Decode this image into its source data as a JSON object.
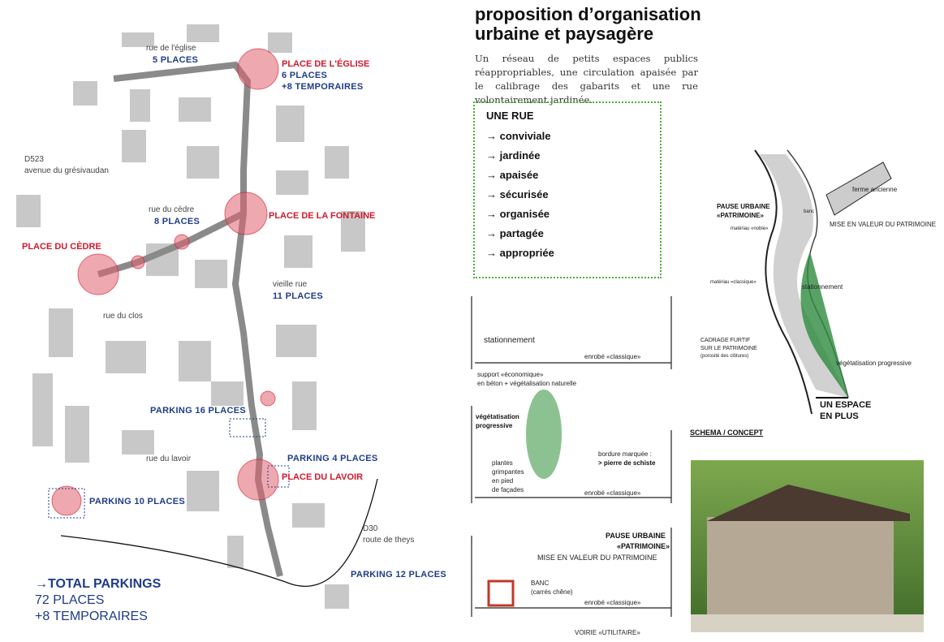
{
  "map": {
    "streets": {
      "eglise": "rue de l'église",
      "d523": "D523",
      "gresivaudan": "avenue du grésivaudan",
      "cedre": "rue du cèdre",
      "vieille": "vieille rue",
      "clos": "rue du clos",
      "lavoir": "rue du lavoir",
      "d30": "D30",
      "theys": "route de theys"
    },
    "counts": {
      "eglise": "5 PLACES",
      "cedre": "8 PLACES",
      "vieille": "11 PLACES",
      "place_eglise": "6 PLACES",
      "temp": "+8 TEMPORAIRES"
    },
    "places": {
      "eglise": "PLACE DE L'ÉGLISE",
      "fontaine": "PLACE DE LA FONTAINE",
      "cedre": "PLACE DU CÈDRE",
      "lavoir": "PLACE DU LAVOIR"
    },
    "parkings": {
      "p16": "PARKING 16 PLACES",
      "p4": "PARKING 4 PLACES",
      "p10": "PARKING 10 PLACES",
      "p12": "PARKING 12 PLACES"
    },
    "total": {
      "title": "→TOTAL PARKINGS",
      "places": "72 PLACES",
      "temp": "+8 TEMPORAIRES"
    }
  },
  "title": "proposition d’organisation urbaine et paysagère",
  "intro": "Un réseau de petits espaces publics réappropriables, une circulation apaisée par le calibrage des gabarits et une rue volontairement jardinée.",
  "rue": {
    "title": "UNE RUE",
    "items": [
      "→ conviviale",
      "→ jardinée",
      "→ apaisée",
      "→ sécurisée",
      "→ organisée",
      "→ partagée",
      "→ appropriée"
    ]
  },
  "sections": {
    "stationnement": "stationnement",
    "enrobe": "enrobé «classique»",
    "support1": "support «économique»",
    "support2": "en béton + végétalisation naturelle",
    "veg1": "végétatisation",
    "veg2": "progressive",
    "plantes": [
      "plantes",
      "grimpantes",
      "en pied",
      "de façades"
    ],
    "bordure1": "bordure marquée :",
    "bordure2": "> pierre de schiste",
    "pause1": "PAUSE URBAINE",
    "pause2": "«PATRIMOINE»",
    "mise": "MISE EN VALEUR DU PATRIMOINE",
    "banc1": "BANC",
    "banc2": "(carrés chêne)",
    "voirie": "VOIRIE «UTILITAIRE»"
  },
  "schema": {
    "ferme": "ferme ancienne",
    "pause1": "PAUSE URBAINE",
    "pause2": "«PATRIMOINE»",
    "banc": "banc",
    "mise": "MISE EN VALEUR DU PATRIMOINE",
    "noble": "matériau «noble»",
    "classique": "matériau «classique»",
    "stationnement": "stationnement",
    "cadrage": [
      "CADRAGE FURTIF",
      "SUR LE PATRIMOINE",
      "(porosité des clôtures)"
    ],
    "veg": "végétatisation progressive",
    "espace1": "UN ESPACE",
    "espace2": "EN PLUS",
    "caption": "SCHEMA / CONCEPT"
  },
  "colors": {
    "red": "#d0182d",
    "blue": "#1f3c88",
    "green": "#4caf35"
  }
}
